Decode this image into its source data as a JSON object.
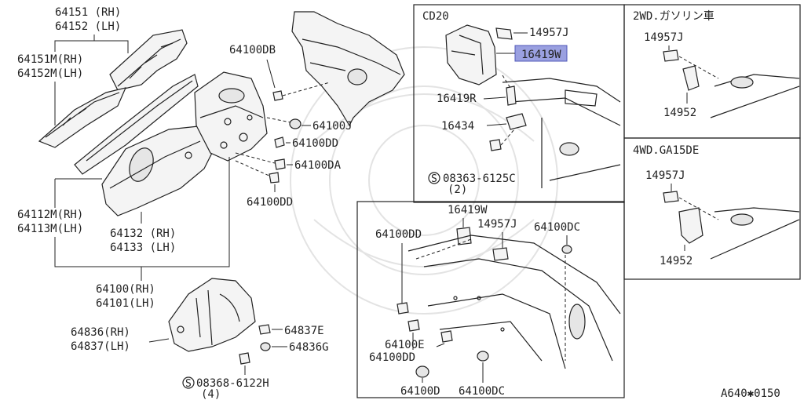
{
  "labels": {
    "l_64151": "64151 (RH)",
    "l_64152": "64152 (LH)",
    "l_64151m": "64151M(RH)",
    "l_64152m": "64152M(LH)",
    "l_64100db": "64100DB",
    "l_64100j": "64100J",
    "l_64100dd_a": "64100DD",
    "l_64100da": "64100DA",
    "l_64100dd_b": "64100DD",
    "l_64112m": "64112M(RH)",
    "l_64113m": "64113M(LH)",
    "l_64132": "64132 (RH)",
    "l_64133": "64133 (LH)",
    "l_64100": "64100(RH)",
    "l_64101": "64101(LH)",
    "l_64836": "64836(RH)",
    "l_64837": "64837(LH)",
    "l_64837e": "64837E",
    "l_64836g": "64836G",
    "l_08368": "08368-6122H",
    "l_08368_qty": "(4)",
    "cd20_title": "CD20",
    "l_14957j_cd20": "14957J",
    "l_16419w_cd20": "16419W",
    "l_16419r": "16419R",
    "l_16434": "16434",
    "l_08363": "08363-6125C",
    "l_08363_qty": "(2)",
    "panel_2wd_title": "2WD.ガソリン車",
    "l_14957j_2wd": "14957J",
    "l_14952_2wd": "14952",
    "panel_4wd_title": "4WD.GA15DE",
    "l_14957j_4wd": "14957J",
    "l_14952_4wd": "14952",
    "l_16419w_det": "16419W",
    "l_14957j_det": "14957J",
    "l_64100dc_a": "64100DC",
    "l_64100dd_det": "64100DD",
    "l_64100e": "64100E",
    "l_64100dd_det2": "64100DD",
    "l_64100d": "64100D",
    "l_64100dc_b": "64100DC",
    "diagram_code": "A640✱0150"
  },
  "symbols": {
    "screw_symbol": "S"
  },
  "colors": {
    "highlight": "#9aa0e0",
    "line": "#222222"
  }
}
